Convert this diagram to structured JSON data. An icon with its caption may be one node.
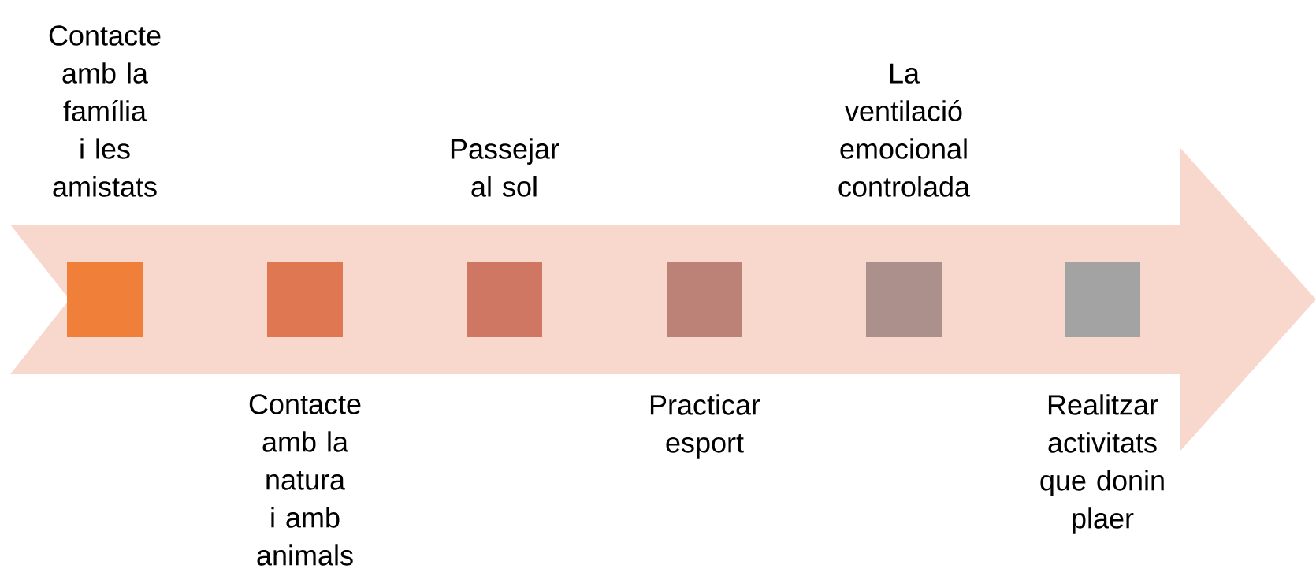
{
  "diagram": {
    "nodes": [
      {
        "text": [],
        "shape": "box",
        "beside": [
          "Contacte amb la família i les amistats"
        ]
      },
      {
        "text": [],
        "shape": "box",
        "beside": [
          "Contacte amb la natura i amb animals"
        ]
      },
      {
        "text": [],
        "shape": "box",
        "beside": [
          "Passejar al sol"
        ]
      },
      {
        "text": [],
        "shape": "box",
        "beside": [
          "Practicar esport"
        ]
      },
      {
        "text": [],
        "shape": "box",
        "beside": [
          "La ventilació emocional controlada"
        ]
      },
      {
        "text": [],
        "shape": "box",
        "beside": [
          "Realitzar activitats que donin plaer"
        ]
      }
    ]
  }
}
